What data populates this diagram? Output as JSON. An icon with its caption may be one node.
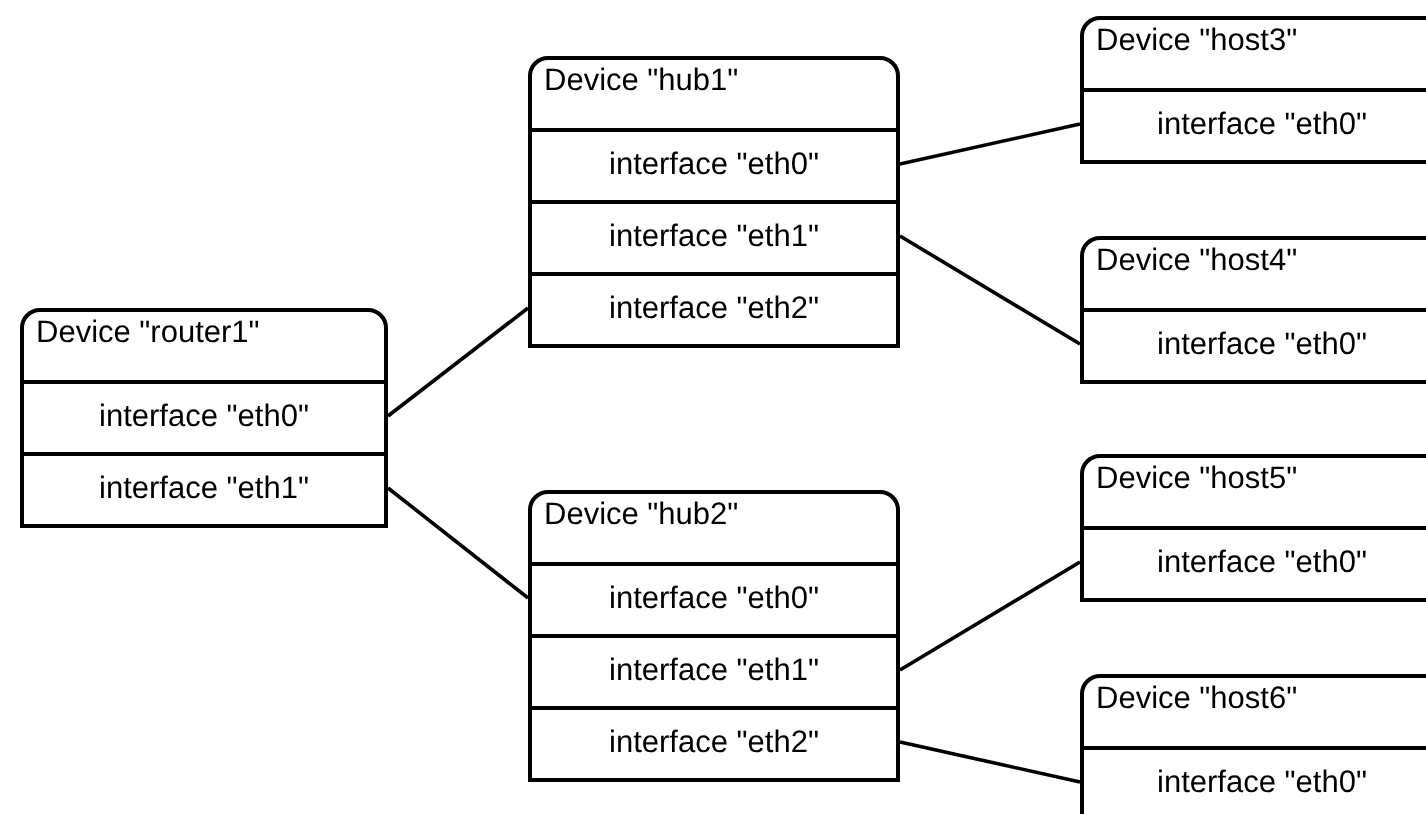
{
  "diagram": {
    "nodes": [
      {
        "text": [
          "Device \"router1\""
        ]
      },
      {
        "text": [
          "interface \"eth0\""
        ],
        "in": 0
      },
      {
        "text": [
          "interface \"eth1\""
        ],
        "in": 0
      },
      {
        "text": [
          "Device \"hub1\""
        ]
      },
      {
        "text": [
          "interface \"eth0\""
        ],
        "in": 3
      },
      {
        "text": [
          "interface \"eth1\""
        ],
        "in": 3
      },
      {
        "text": [
          "interface \"eth2\""
        ],
        "in": 3
      },
      {
        "text": [
          "Device \"host3\""
        ]
      },
      {
        "text": [
          "interface \"eth0\""
        ],
        "in": 7
      },
      {
        "text": [
          "Device \"host4\""
        ]
      },
      {
        "text": [
          "interface \"eth0\""
        ],
        "in": 9
      },
      {
        "text": [
          "Device \"hub2\""
        ]
      },
      {
        "text": [
          "interface \"eth0\""
        ],
        "in": 11
      },
      {
        "text": [
          "interface \"eth1\""
        ],
        "in": 11
      },
      {
        "text": [
          "interface \"eth2\""
        ],
        "in": 11
      },
      {
        "text": [
          "Device \"host5\""
        ]
      },
      {
        "text": [
          "interface \"eth0\""
        ],
        "in": 15
      },
      {
        "text": [
          "Device \"host6\""
        ]
      },
      {
        "text": [
          "interface \"eth0\""
        ],
        "in": 17
      }
    ],
    "edges": [
      {
        "from": 1,
        "to": 6,
        "arrow": "none"
      },
      {
        "from": 2,
        "to": 12,
        "arrow": "none"
      },
      {
        "from": 4,
        "to": 8,
        "arrow": "none"
      },
      {
        "from": 5,
        "to": 10,
        "arrow": "none"
      },
      {
        "from": 13,
        "to": 16,
        "arrow": "none"
      },
      {
        "from": 14,
        "to": 18,
        "arrow": "none"
      }
    ]
  }
}
